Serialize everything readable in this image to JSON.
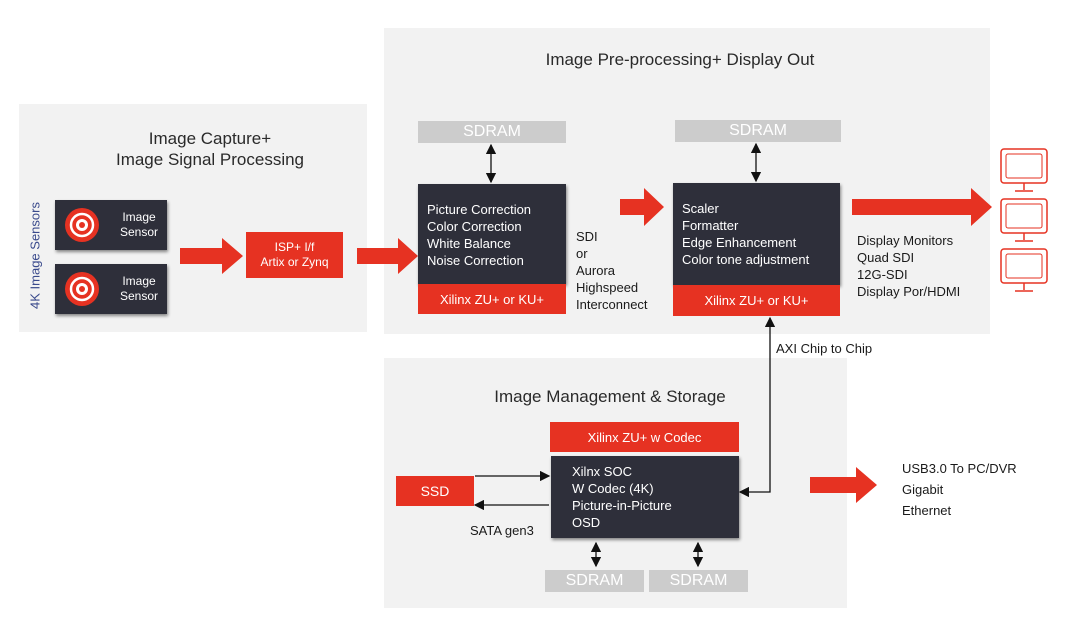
{
  "colors": {
    "accent_red": "#e63222",
    "dark_block": "#2e2f3a",
    "panel_bg": "#f2f2f2",
    "sdram_gray": "#cccccc",
    "sensor_label_blue": "#3a4a8c"
  },
  "capture": {
    "title_line1": "Image Capture+",
    "title_line2": "Image Signal Processing",
    "sensors_vertical_label": "4K Image Sensors",
    "sensor1": {
      "line1": "Image",
      "line2": "Sensor"
    },
    "sensor2": {
      "line1": "Image",
      "line2": "Sensor"
    },
    "isp": {
      "line1": "ISP+ I/f",
      "line2": "Artix or Zynq"
    }
  },
  "preprocess": {
    "title": "Image Pre-processing+ Display Out",
    "sdram_left": "SDRAM",
    "sdram_right": "SDRAM",
    "left_block": [
      "Picture Correction",
      "Color Correction",
      "White Balance",
      "Noise Correction"
    ],
    "left_fpga": "Xilinx ZU+ or KU+",
    "link_label": [
      "SDI",
      "or",
      "Aurora",
      "Highspeed",
      "Interconnect"
    ],
    "right_block": [
      "Scaler",
      "Formatter",
      "Edge Enhancement",
      "Color tone adjustment"
    ],
    "right_fpga": "Xilinx ZU+ or KU+",
    "display_label": [
      "Display Monitors",
      "Quad SDI",
      "12G-SDI",
      "Display Por/HDMI"
    ],
    "monitor_icon": "monitor-icon"
  },
  "axi_label": "AXI Chip to Chip",
  "storage": {
    "title": "Image Management & Storage",
    "codec_header": "Xilinx ZU+ w Codec",
    "soc_block": [
      "Xilnx SOC",
      "W Codec (4K)",
      "Picture-in-Picture",
      "OSD"
    ],
    "ssd": "SSD",
    "sata_label": "SATA gen3",
    "sdram_left": "SDRAM",
    "sdram_right": "SDRAM",
    "usb_label": [
      "USB3.0 To PC/DVR",
      "Gigabit",
      "Ethernet"
    ]
  }
}
